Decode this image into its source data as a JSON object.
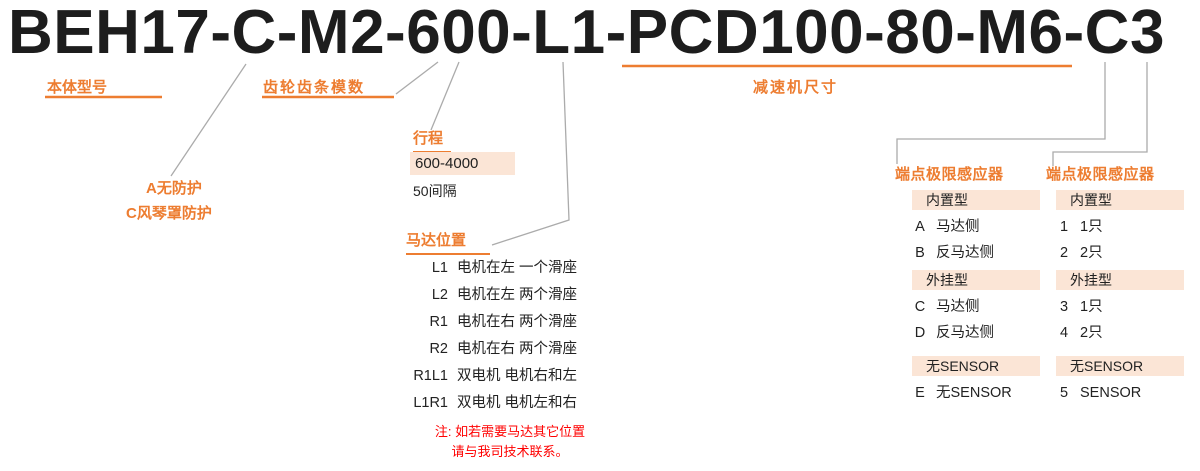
{
  "title": "BEH17-C-M2-600-L1-PCD100-80-M6-C3",
  "colors": {
    "accent": "#ED7D31",
    "highlight": "#FBE5D6",
    "connector": "#ABABAB",
    "note": "#FF0000"
  },
  "body_model_label": "本体型号",
  "gear_module_label": "齿轮齿条模数",
  "protection": {
    "option_a": "A无防护",
    "option_c": "C风琴罩防护"
  },
  "stroke": {
    "heading": "行程",
    "range": "600-4000",
    "interval": "50间隔"
  },
  "motor_position": {
    "heading": "马达位置",
    "rows": [
      {
        "code": "L1",
        "desc": "电机在左 一个滑座"
      },
      {
        "code": "L2",
        "desc": "电机在左 两个滑座"
      },
      {
        "code": "R1",
        "desc": "电机在右 两个滑座"
      },
      {
        "code": "R2",
        "desc": "电机在右 两个滑座"
      },
      {
        "code": "R1L1",
        "desc": "双电机 电机右和左"
      },
      {
        "code": "L1R1",
        "desc": "双电机 电机左和右"
      }
    ],
    "note_line1": "注: 如若需要马达其它位置",
    "note_line2": "请与我司技术联系。"
  },
  "reducer_label": "减速机尺寸",
  "sensor_left": {
    "heading": "端点极限感应器",
    "builtin_label": "内置型",
    "builtin_rows": [
      {
        "code": "A",
        "desc": "马达侧"
      },
      {
        "code": "B",
        "desc": "反马达侧"
      }
    ],
    "external_label": "外挂型",
    "external_rows": [
      {
        "code": "C",
        "desc": "马达侧"
      },
      {
        "code": "D",
        "desc": "反马达侧"
      }
    ],
    "none_label": "无SENSOR",
    "none_rows": [
      {
        "code": "E",
        "desc": "无SENSOR"
      }
    ]
  },
  "sensor_right": {
    "heading": "端点极限感应器",
    "builtin_label": "内置型",
    "builtin_rows": [
      {
        "code": "1",
        "desc": "1只"
      },
      {
        "code": "2",
        "desc": "2只"
      }
    ],
    "external_label": "外挂型",
    "external_rows": [
      {
        "code": "3",
        "desc": "1只"
      },
      {
        "code": "4",
        "desc": "2只"
      }
    ],
    "none_label": "无SENSOR",
    "none_rows": [
      {
        "code": "5",
        "desc": "SENSOR"
      }
    ]
  }
}
